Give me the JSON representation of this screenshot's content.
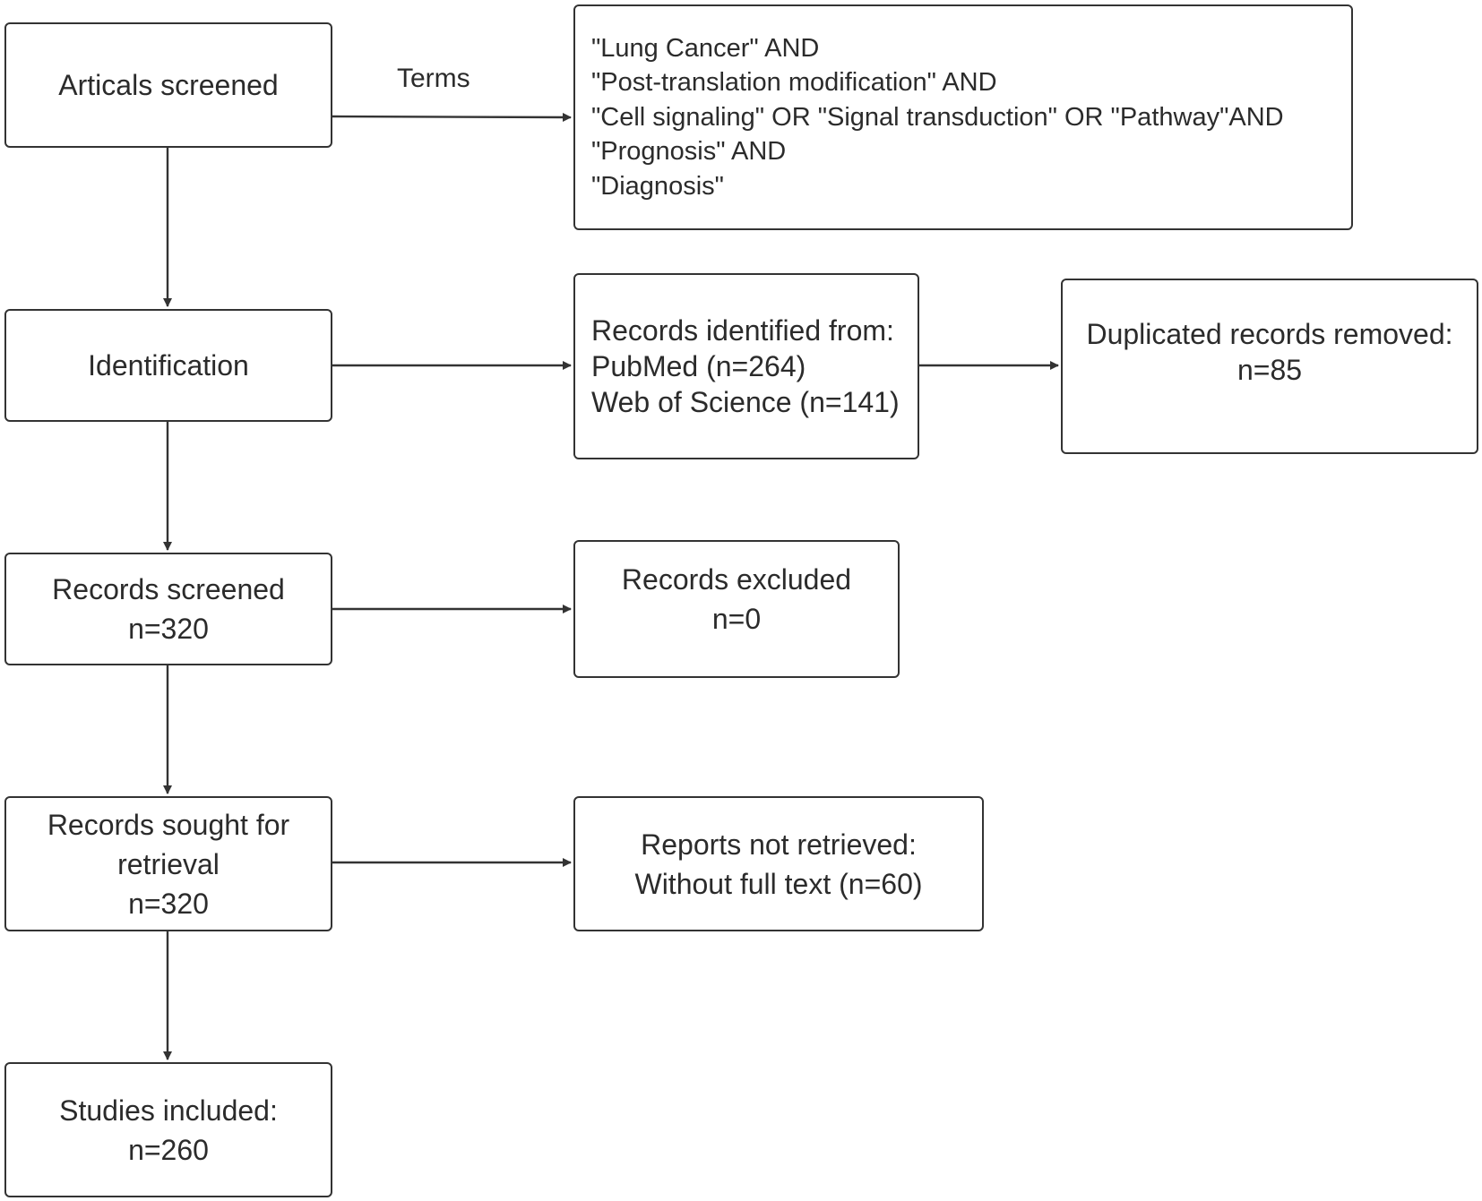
{
  "nodes": {
    "articals_screened": {
      "lines": [
        "Articals screened"
      ]
    },
    "search_terms": {
      "lines": [
        "\"Lung Cancer\" AND",
        "\"Post-translation modification\" AND",
        "\"Cell signaling\" OR \"Signal transduction\" OR \"Pathway\"AND",
        "\"Prognosis\" AND",
        "\"Diagnosis\""
      ]
    },
    "identification": {
      "lines": [
        "Identification"
      ]
    },
    "records_identified": {
      "lines": [
        "Records identified from:",
        "PubMed (n=264)",
        "Web of Science (n=141)"
      ]
    },
    "duplicates_removed": {
      "lines": [
        "Duplicated records removed:",
        "n=85"
      ]
    },
    "records_screened": {
      "lines": [
        "Records screened",
        "n=320"
      ]
    },
    "records_excluded": {
      "lines": [
        "Records excluded",
        "n=0"
      ]
    },
    "records_sought": {
      "lines": [
        "Records sought for",
        "retrieval",
        "n=320"
      ]
    },
    "reports_not_retrieved": {
      "lines": [
        "Reports not retrieved:",
        "Without full text (n=60)"
      ]
    },
    "studies_included": {
      "lines": [
        "Studies included:",
        "n=260"
      ]
    }
  },
  "edge_labels": {
    "terms": "Terms"
  },
  "colors": {
    "stroke": "#333333",
    "text": "#2b2b2b",
    "background": "#ffffff"
  }
}
